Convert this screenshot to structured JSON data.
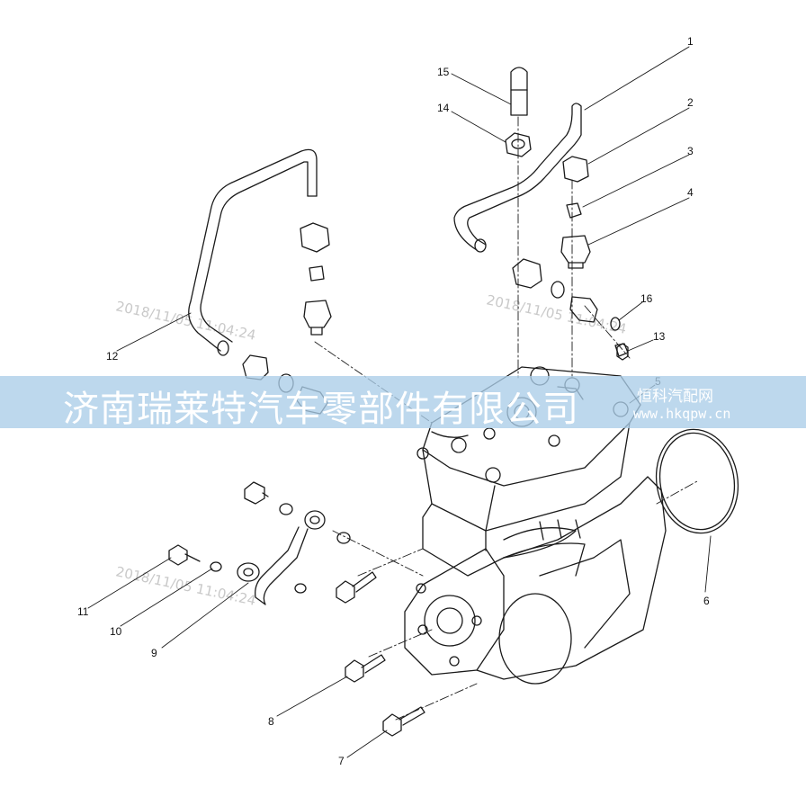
{
  "watermark": {
    "company": "济南瑞莱特汽车零部件有限公司",
    "site_name": "恒科汽配网",
    "site_url": "www.hkqpw.cn",
    "stamps": [
      "2018/11/05 11:04:24",
      "2018/11/05 11:04:24",
      "2018/11/05 11:04:24"
    ]
  },
  "callouts": [
    "1",
    "2",
    "3",
    "4",
    "5",
    "6",
    "7",
    "8",
    "9",
    "10",
    "11",
    "12",
    "13",
    "14",
    "15",
    "16"
  ],
  "colors": {
    "line": "#1a1a1a",
    "banner": "#aacde8",
    "stamp": "#c9c9c9"
  }
}
